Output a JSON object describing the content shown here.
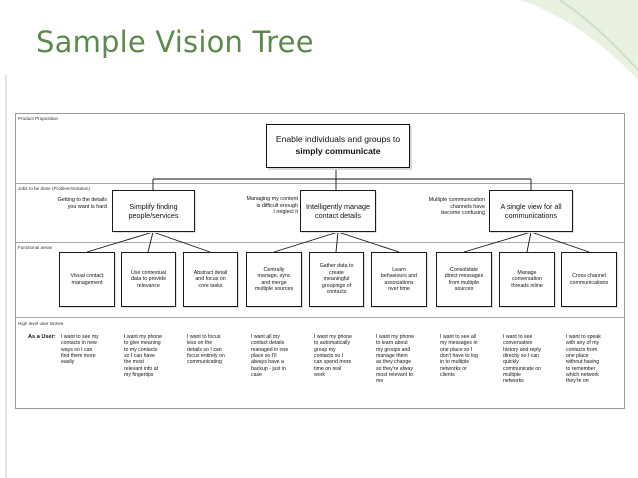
{
  "slide": {
    "title": "Sample Vision Tree"
  },
  "bands": {
    "product": "Product Proposition",
    "jobs": "Jobs to be done (Problem/Solution)",
    "functional": "Functional areas",
    "stories": "High level user stories"
  },
  "proposition": {
    "line1": "Enable individuals and groups to",
    "line2": "simply communicate"
  },
  "jobs": [
    {
      "problem": "Getting to the details\nyou want is hard",
      "solution": "Simplify finding\npeople/services"
    },
    {
      "problem": "Managing my content\nis difficult enough\nI neglect it",
      "solution": "Intelligently manage\ncontact details"
    },
    {
      "problem": "Multiple communication\nchannels have\nbecome confusing",
      "solution": "A single view for all\ncommunications"
    }
  ],
  "functional_areas": [
    "Visual contact\nmanagement",
    "Use contextual\ndata to provide\nrelevance",
    "Abstract detail\nand focus on\ncore tasks",
    "Centrally\nmanage, sync\nand merge\nmultiple sources",
    "Gather data to\ncreate\nmeaningful\ngroupings of\ncontacts",
    "Learn\nbehaviours and\nassociations\nover time",
    "Consolidate\ndirect messages\nfrom multiple\nsources",
    "Manage\nconversation\nthreads inline",
    "Cross channel\ncommunications"
  ],
  "user_stories": {
    "prefix": "As a User:",
    "items": [
      "I want to see my\ncontacts in new\nways so I can\nfind them more\neasily",
      "I want my phone\nto give meaning\nto my contacts\nso I can have\nthe most\nrelevant info at\nmy fingertips",
      "I want to focus\nless on the\ndetails so I can\nfocus entirely on\ncommunicating",
      "I want all my\ncontact details\nmanaged in one\nplace so I'll\nalways have a\nbackup - just in\ncase",
      "I want my phone\nto automatically\ngroup my\ncontacts so I\ncan spend more\ntime on real\nwork",
      "I want my phone\nto learn about\nmy groups and\nmanage them\nas they change\nso they're alway\nmost relevant to\nme",
      "I want to see all\nmy messages in\none place so I\ndon't have to log\nin to multiple\nnetworks or\nclients",
      "I want to see\nconversation\nhistory and reply\ndirectly so I can\nquickly\ncommunicate on\nmultiple\nnetworks",
      "I want to speak\nwith any of my\ncontacts from\none place\nwithout having\nto remember\nwhich network\nthey're on"
    ]
  },
  "colors": {
    "title": "#5b8a4c",
    "decoration": "#cfe0c3"
  }
}
